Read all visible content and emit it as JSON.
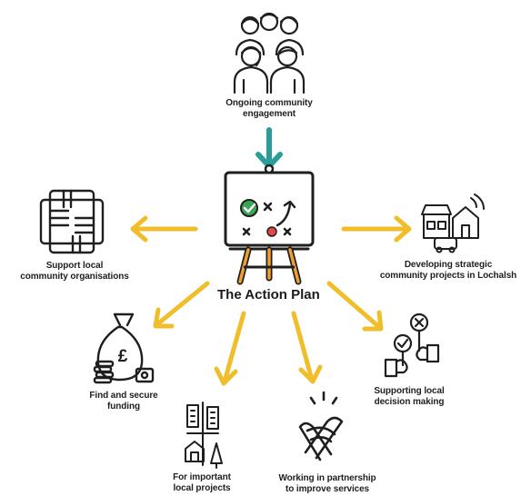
{
  "center": {
    "title": "The Action Plan"
  },
  "nodes": {
    "engagement": {
      "lines": [
        "Ongoing community",
        "engagement"
      ]
    },
    "support": {
      "lines": [
        "Support local",
        "community organisations"
      ]
    },
    "strategic": {
      "lines": [
        "Developing strategic",
        "community projects in Lochalsh"
      ]
    },
    "funding": {
      "lines": [
        "Find and secure",
        "funding"
      ]
    },
    "decision": {
      "lines": [
        "Supporting local",
        "decision making"
      ]
    },
    "local_projects": {
      "lines": [
        "For important",
        "local projects"
      ]
    },
    "partnership": {
      "lines": [
        "Working in partnership",
        "to improve services"
      ]
    }
  },
  "icons": {
    "engagement": "community-group-icon",
    "center": "easel-strategy-board-icon",
    "support": "linked-hands-icon",
    "strategic": "town-buildings-icon",
    "funding": "money-bag-pound-icon",
    "decision": "voting-signs-icon",
    "local_projects": "local-buildings-icon",
    "partnership": "handshake-icon"
  },
  "colors": {
    "arrow_yellow": "#f0be2b",
    "arrow_teal": "#2a9d9a",
    "check_green": "#3aa655",
    "dot_red": "#e24848"
  }
}
